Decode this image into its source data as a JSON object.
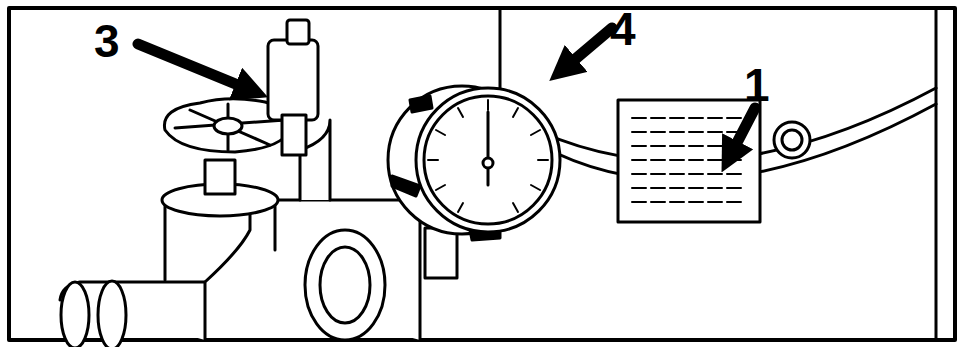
{
  "diagram": {
    "labels": [
      "3",
      "4",
      "1"
    ]
  }
}
